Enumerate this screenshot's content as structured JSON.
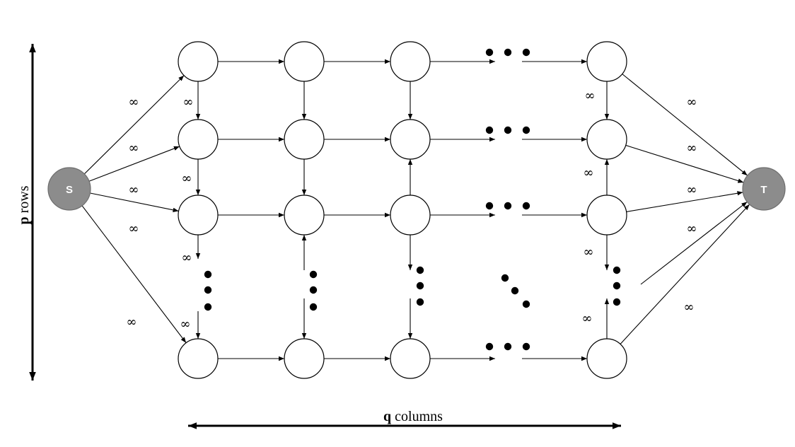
{
  "source_label": "S",
  "sink_label": "T",
  "edge_capacity_label": "∞",
  "rows_axis": {
    "letter": "p",
    "text": " rows"
  },
  "columns_axis": {
    "letter": "q",
    "text": " columns"
  },
  "grid": {
    "rows": 4,
    "columns": 4,
    "ellipsis_row": true,
    "ellipsis_column": true
  },
  "colors": {
    "terminal_fill": "#8c8c8c",
    "node_fill": "#ffffff",
    "stroke": "#000000"
  }
}
